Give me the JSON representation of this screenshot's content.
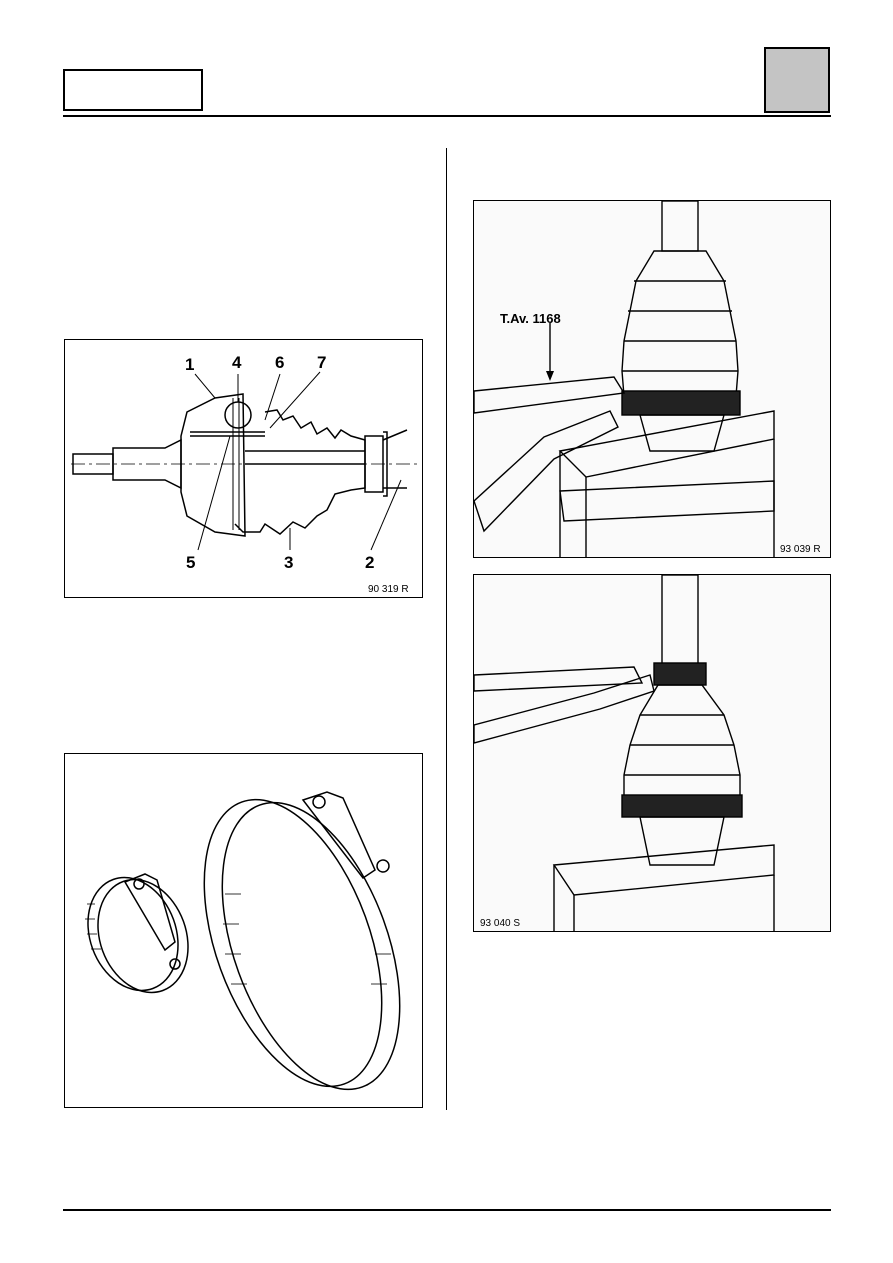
{
  "figures": {
    "joint_diagram": {
      "ref": "90 319 R",
      "callouts": [
        "1",
        "4",
        "6",
        "7",
        "5",
        "3",
        "2"
      ]
    },
    "clamps": {},
    "photo_1": {
      "ref": "93 039 R",
      "tool_label": "T.Av. 1168"
    },
    "photo_2": {
      "ref": "93 040 S"
    }
  },
  "colors": {
    "section_tab": "#c4c4c4",
    "line": "#000000"
  }
}
